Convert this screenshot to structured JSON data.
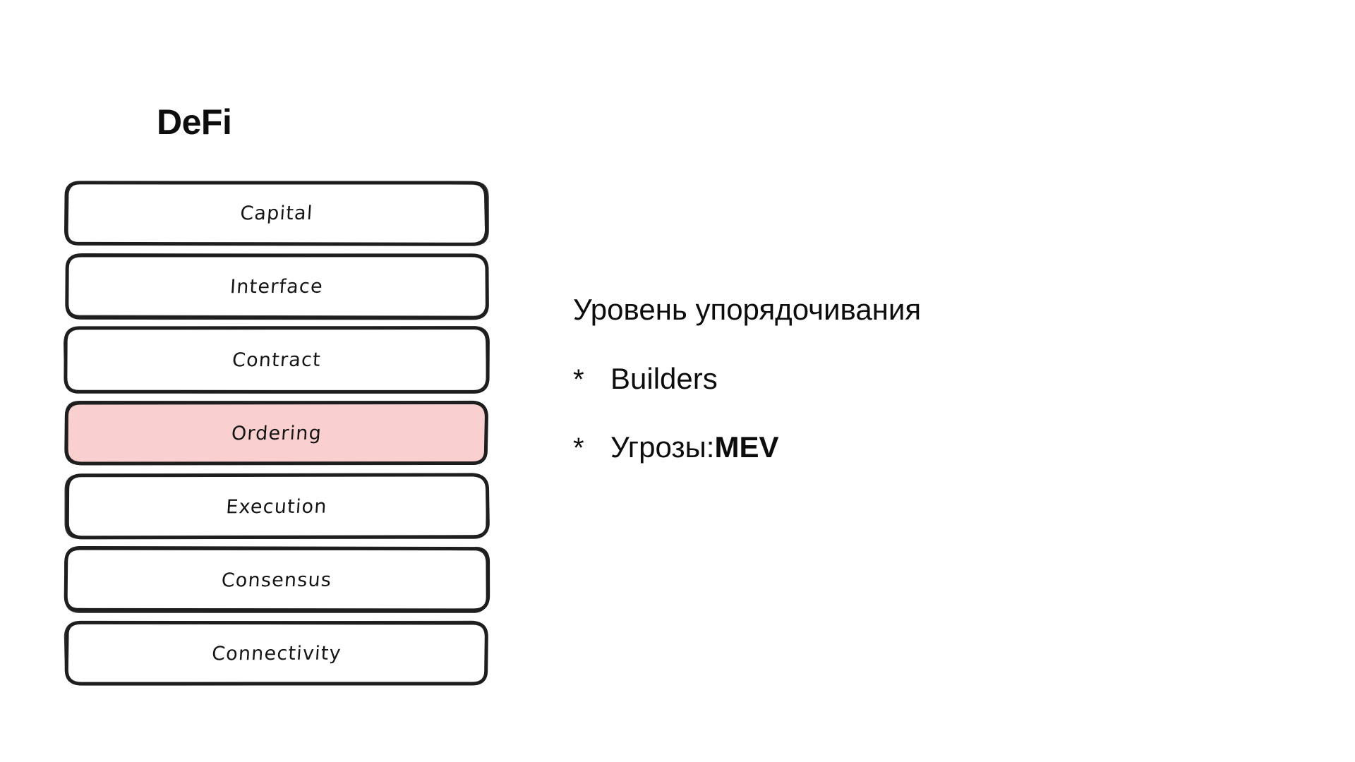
{
  "slide": {
    "title": "DeFi",
    "background_color": "#ffffff",
    "text_color": "#0d0d0d"
  },
  "stack": {
    "name": "defi-layer-stack",
    "highlight_color": "#FACFCF",
    "default_fill": "#ffffff",
    "stroke_color": "#1e1e1e",
    "layers": [
      {
        "label": "Capital",
        "highlighted": false
      },
      {
        "label": "Interface",
        "highlighted": false
      },
      {
        "label": "Contract",
        "highlighted": false
      },
      {
        "label": "Ordering",
        "highlighted": true
      },
      {
        "label": "Execution",
        "highlighted": false
      },
      {
        "label": "Consensus",
        "highlighted": false
      },
      {
        "label": "Connectivity",
        "highlighted": false
      }
    ]
  },
  "notes": {
    "heading": "Уровень упорядочивания",
    "marker": "*",
    "items": [
      {
        "text": "Builders",
        "strong": ""
      },
      {
        "text": "Угрозы: ",
        "strong": "MEV"
      }
    ]
  }
}
